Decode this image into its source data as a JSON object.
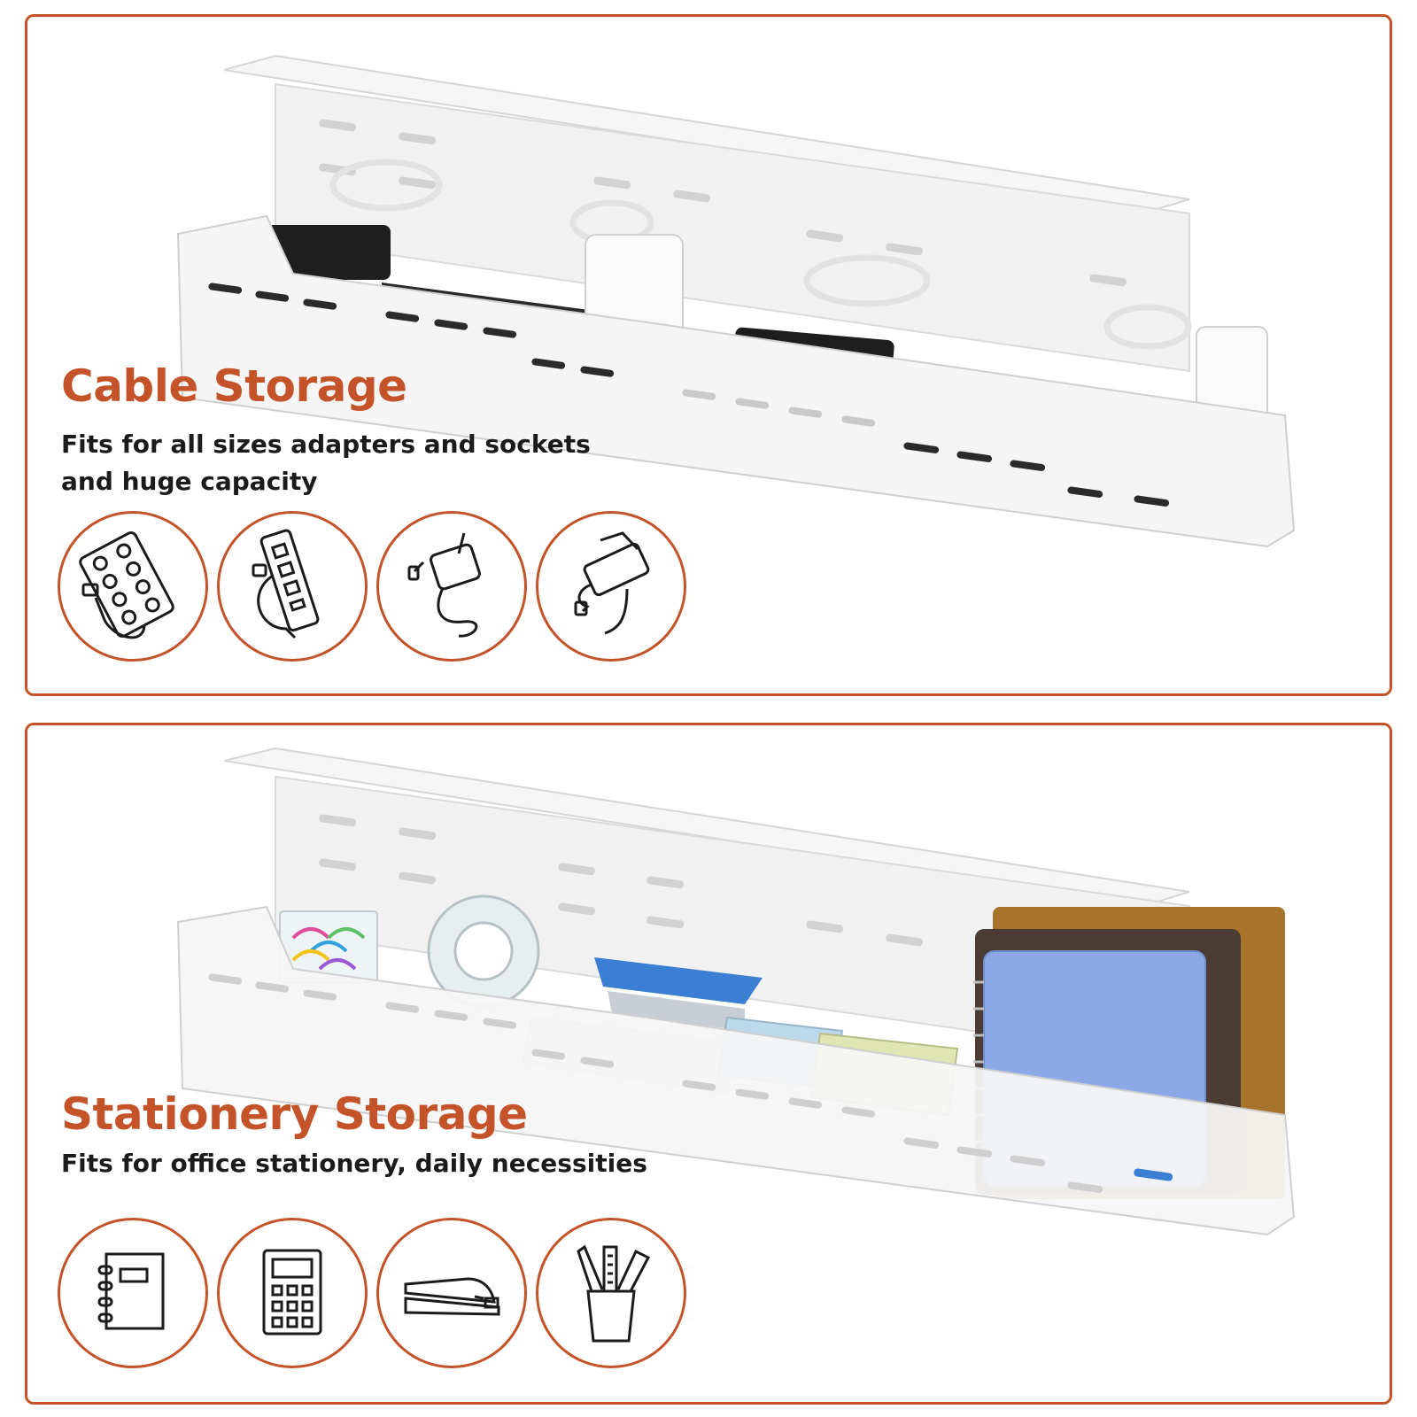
{
  "sections": [
    {
      "id": "cable",
      "title": "Cable Storage",
      "subtitle_lines": [
        "Fits for all sizes adapters and sockets",
        "and huge capacity"
      ],
      "icons": [
        "power-strip-icon",
        "surge-protector-icon",
        "laptop-charger-icon",
        "power-adapter-icon"
      ]
    },
    {
      "id": "stationery",
      "title": "Stationery Storage",
      "subtitle_lines": [
        "Fits for office stationery, daily necessities"
      ],
      "icons": [
        "notebook-icon",
        "calculator-icon",
        "stapler-icon",
        "pen-holder-icon"
      ]
    }
  ],
  "colors": {
    "accent": "#c4532a",
    "text": "#1b1b1b",
    "tray": "#f4f4f4",
    "tray_shadow": "#d9d9d9",
    "device_black": "#1e1e1e"
  }
}
